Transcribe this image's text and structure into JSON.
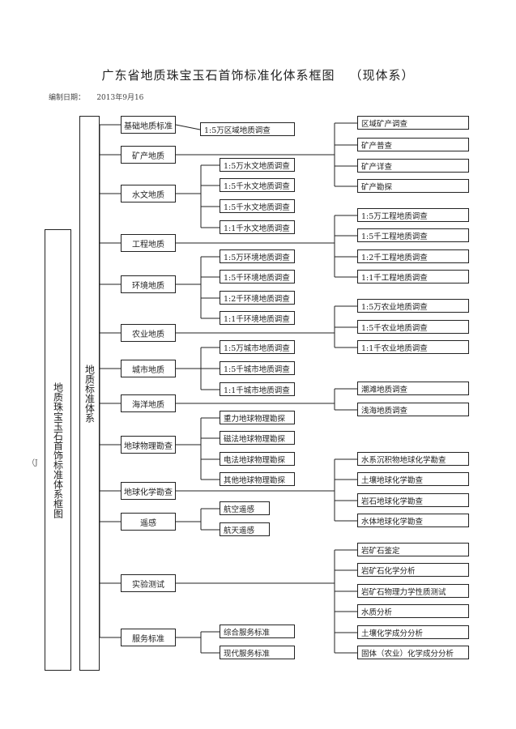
{
  "header": {
    "title": "广东省地质珠宝玉石首饰标准化体系框图",
    "subtitle": "（现体系）",
    "date_label": "编制日期：",
    "date_value": "2013年9月16"
  },
  "root_label": "地质珠宝玉石首饰标准体系框图",
  "level1_label": "地质标准体系",
  "side_mark": "（J",
  "categories": [
    "基础地质标准",
    "矿产地质",
    "水文地质",
    "工程地质",
    "环境地质",
    "农业地质",
    "城市地质",
    "海洋地质",
    "地球物理勘查",
    "地球化学勘查",
    "遥感",
    "实验测试",
    "服务标准"
  ],
  "mid_items": [
    "1:5万区域地质调查",
    "1:5万水文地质调查",
    "1:5千水文地质调查",
    "1:5千水文地质调查",
    "1:1千水文地质调查",
    "1:5万环境地质调查",
    "1:5千环境地质调查",
    "1:2千环境地质调查",
    "1:1千环境地质调查",
    "1:5万城市地质调查",
    "1:5千城市地质调查",
    "1:1千城市地质调查",
    "重力地球物理勘探",
    "磁法地球物理勘探",
    "电法地球物理勘探",
    "其他地球物理勘探",
    "航空遥感",
    "航天遥感",
    "综合服务标准",
    "现代服务标准"
  ],
  "right_items": [
    "区域矿产调查",
    "矿产普查",
    "矿产详查",
    "矿产勘探",
    "1:5万工程地质调查",
    "1:5千工程地质调查",
    "1:2千工程地质调查",
    "1:1千工程地质调查",
    "1:5万农业地质调查",
    "1:5千农业地质调查",
    "1:1千农业地质调查",
    "潮滩地质调查",
    "浅海地质调查",
    "水系沉积物地球化学勘查",
    "土壤地球化学勘查",
    "岩石地球化学勘查",
    "水体地球化学勘查",
    "岩矿石鉴定",
    "岩矿石化学分析",
    "岩矿石物理力学性质测试",
    "水质分析",
    "土壤化学成分分析",
    "固体（农业）化学成分分析"
  ]
}
